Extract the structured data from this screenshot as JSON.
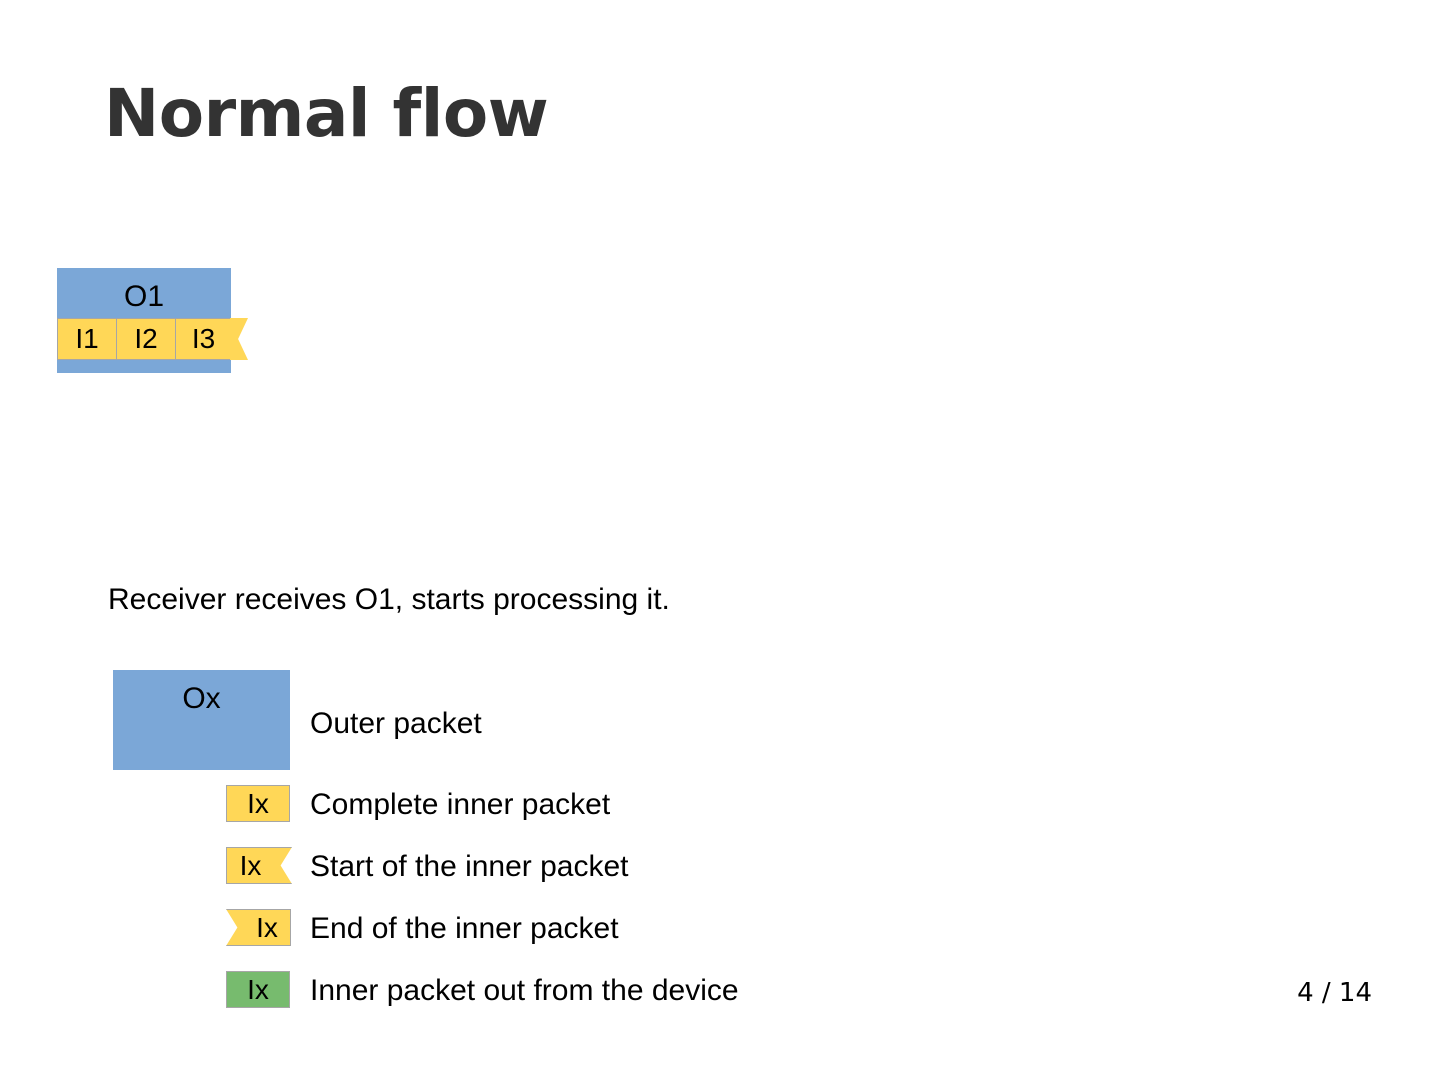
{
  "slide": {
    "title": "Normal flow",
    "page_number": "4 / 14",
    "body_text": "Receiver receives O1, starts processing it."
  },
  "diagram": {
    "outer_label": "O1",
    "inner_segments": [
      {
        "label": "I1",
        "kind": "complete"
      },
      {
        "label": "I2",
        "kind": "complete"
      },
      {
        "label": "I3",
        "kind": "start"
      }
    ]
  },
  "legend": {
    "outer": {
      "swatch_label": "Ox",
      "description": "Outer packet"
    },
    "items": [
      {
        "swatch_label": "Ix",
        "description": "Complete inner packet",
        "kind": "complete"
      },
      {
        "swatch_label": "Ix",
        "description": "Start of the inner packet",
        "kind": "start"
      },
      {
        "swatch_label": "Ix",
        "description": "End of the inner packet",
        "kind": "end"
      },
      {
        "swatch_label": "Ix",
        "description": "Inner packet out from the device",
        "kind": "out"
      }
    ]
  },
  "colors": {
    "outer_packet": "#7BA7D7",
    "inner_packet": "#FFD757",
    "inner_packet_out": "#77BB6E",
    "swatch_border": "#A6A6A6",
    "title": "#333333",
    "text": "#000000",
    "background": "#FFFFFF"
  }
}
